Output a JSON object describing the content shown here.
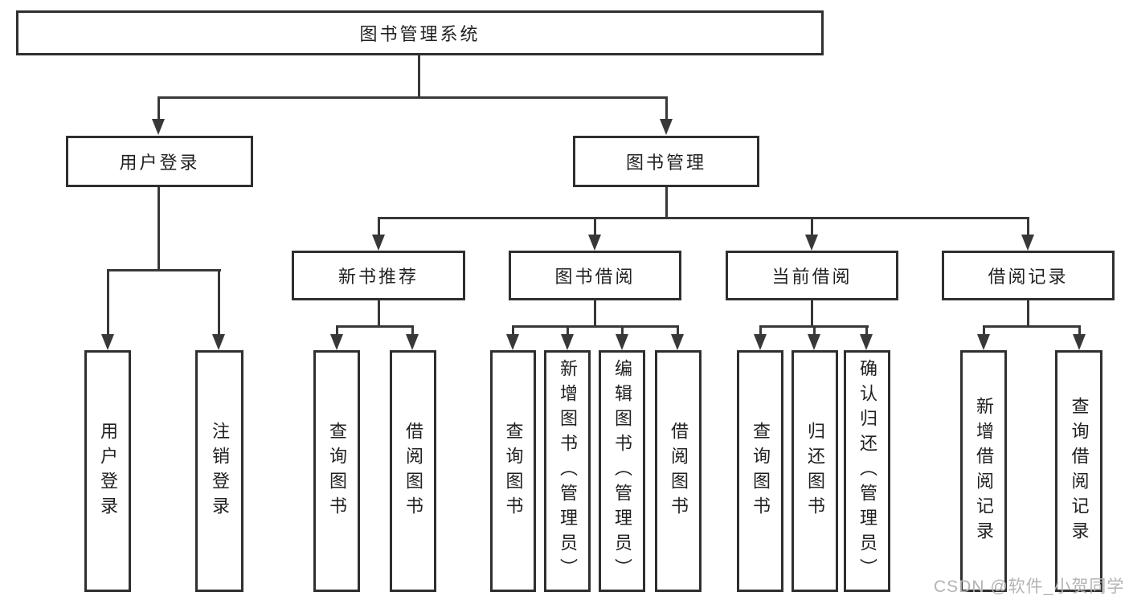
{
  "diagram": {
    "root": {
      "label": "图书管理系统"
    },
    "branches": [
      {
        "label": "用户登录",
        "children": [
          {
            "label": "用户登录"
          },
          {
            "label": "注销登录"
          }
        ]
      },
      {
        "label": "图书管理",
        "children": [
          {
            "label": "新书推荐",
            "children": [
              {
                "label": "查询图书"
              },
              {
                "label": "借阅图书"
              }
            ]
          },
          {
            "label": "图书借阅",
            "children": [
              {
                "label": "查询图书"
              },
              {
                "label": "新增图书（管理员）"
              },
              {
                "label": "编辑图书（管理员）"
              },
              {
                "label": "借阅图书"
              }
            ]
          },
          {
            "label": "当前借阅",
            "children": [
              {
                "label": "查询图书"
              },
              {
                "label": "归还图书"
              },
              {
                "label": "确认归还（管理员）"
              }
            ]
          },
          {
            "label": "借阅记录",
            "children": [
              {
                "label": "新增借阅记录"
              },
              {
                "label": "查询借阅记录"
              }
            ]
          }
        ]
      }
    ]
  },
  "watermark": {
    "text": "CSDN @软件_小贺同学"
  },
  "colors": {
    "line": "#383838",
    "box_border": "#2f2f2f",
    "text": "#212121",
    "background": "#ffffff",
    "watermark": "#b3b3b3"
  }
}
